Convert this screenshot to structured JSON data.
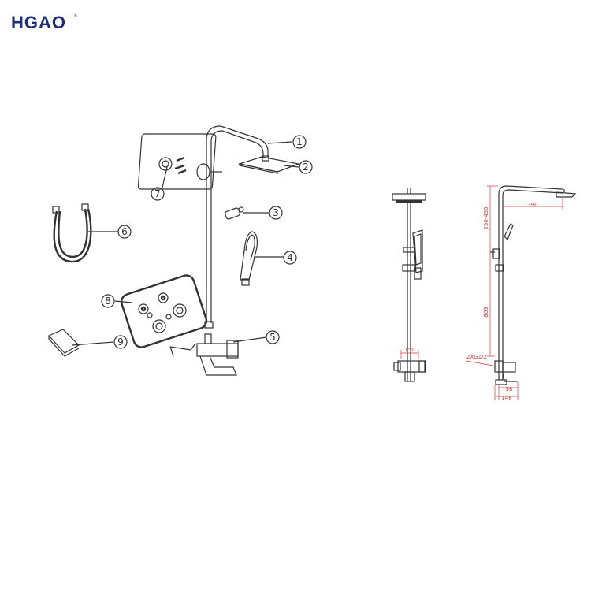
{
  "brand": {
    "name": "HGAO",
    "color": "#1d2f7a"
  },
  "callouts": [
    {
      "id": "1",
      "label": "1"
    },
    {
      "id": "2",
      "label": "2"
    },
    {
      "id": "3",
      "label": "3"
    },
    {
      "id": "4",
      "label": "4"
    },
    {
      "id": "5",
      "label": "5"
    },
    {
      "id": "6",
      "label": "6"
    },
    {
      "id": "7",
      "label": "7"
    },
    {
      "id": "8",
      "label": "8"
    },
    {
      "id": "9",
      "label": "9"
    }
  ],
  "dimensions": {
    "arm_reach": "390",
    "height_adjust": "250-450",
    "rail_height": "803",
    "inlet": "2XG1/2",
    "mixer_width": "150",
    "depth_1": "98",
    "depth_2": "148"
  },
  "colors": {
    "line": "#333333",
    "dimension": "#dd3333"
  }
}
